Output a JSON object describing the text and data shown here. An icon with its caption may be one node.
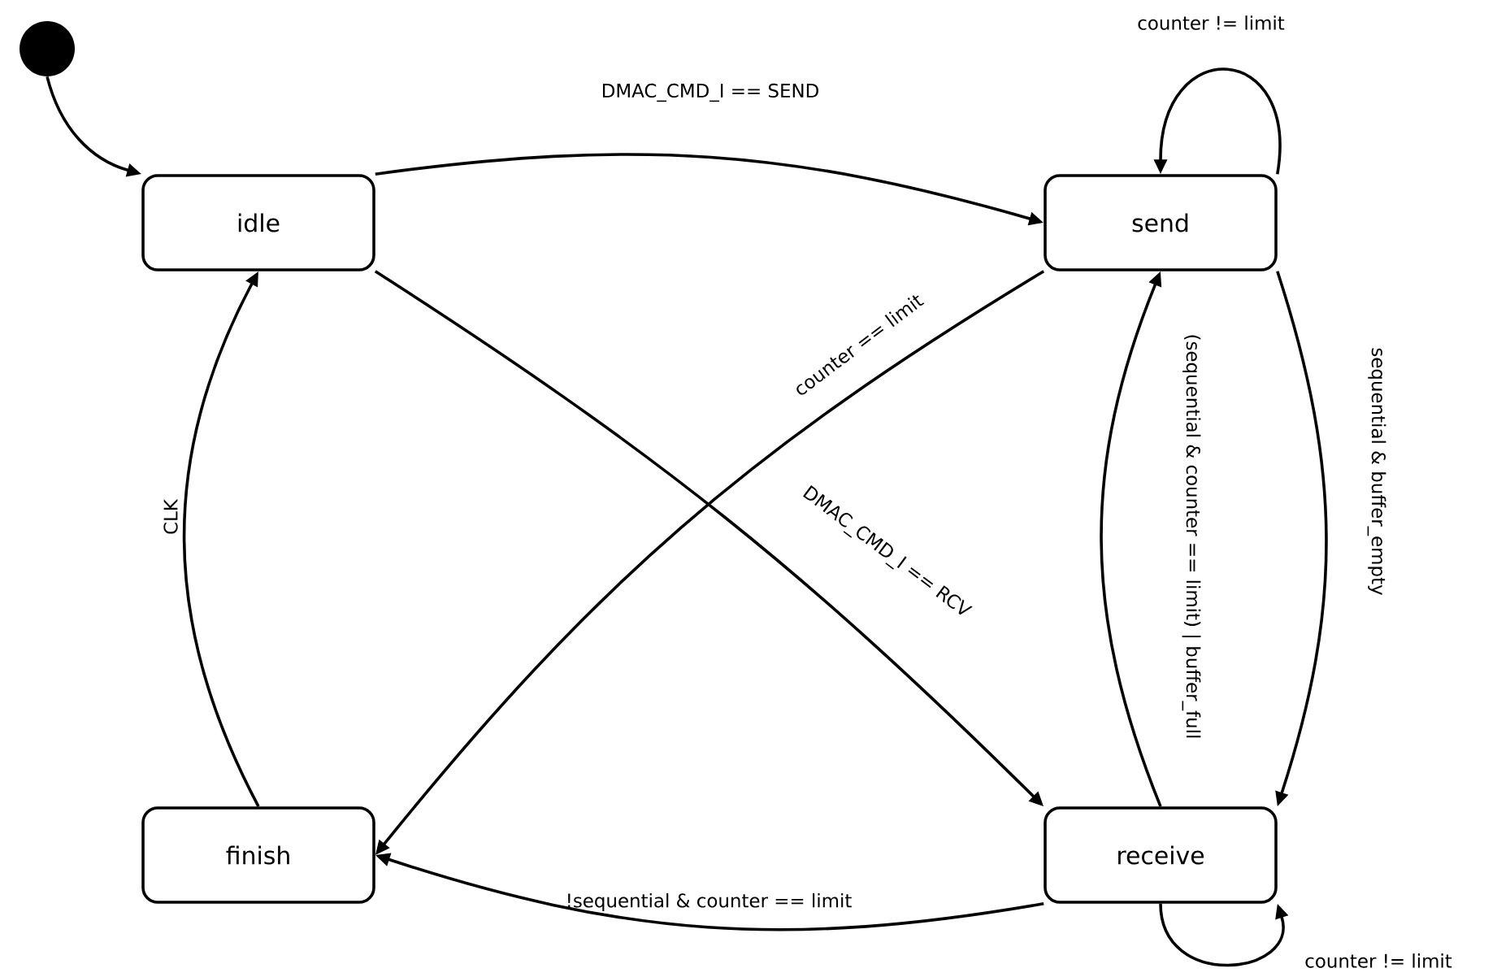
{
  "diagram": {
    "nodes": [
      {
        "text": [],
        "shape": "circle"
      },
      {
        "text": [
          "idle"
        ]
      },
      {
        "text": [
          "send"
        ]
      },
      {
        "text": [
          "finish"
        ]
      },
      {
        "text": [
          "receive"
        ]
      }
    ],
    "edges": [
      {
        "from": 0,
        "to": 1,
        "arrow": "to"
      },
      {
        "from": 1,
        "to": 2,
        "arrow": "to",
        "label": "DMAC_CMD_I == SEND"
      },
      {
        "from": 2,
        "to": 2,
        "arrow": "to",
        "label": "counter != limit"
      },
      {
        "from": 2,
        "to": 3,
        "arrow": "to",
        "label": "counter == limit"
      },
      {
        "from": 1,
        "to": 4,
        "arrow": "to",
        "label": "DMAC_CMD_I == RCV"
      },
      {
        "from": 4,
        "to": 2,
        "arrow": "to",
        "label": "(sequential &  counter == limit) | buffer_full"
      },
      {
        "from": 2,
        "to": 4,
        "arrow": "to",
        "label": "sequential & buffer_empty"
      },
      {
        "from": 4,
        "to": 4,
        "arrow": "to",
        "label": "counter != limit"
      },
      {
        "from": 4,
        "to": 3,
        "arrow": "to",
        "label": "!sequential & counter == limit"
      },
      {
        "from": 3,
        "to": 1,
        "arrow": "to",
        "label": "CLK"
      }
    ]
  }
}
